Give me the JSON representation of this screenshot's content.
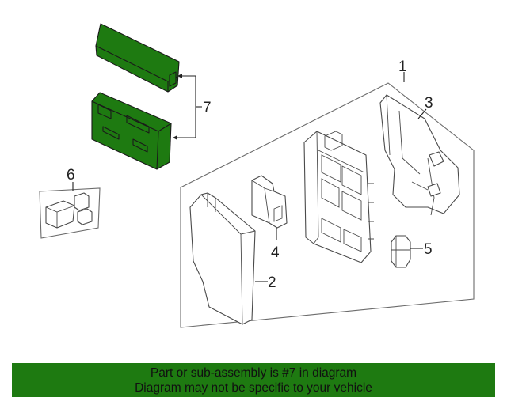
{
  "callouts": {
    "c1": "1",
    "c2": "2",
    "c3": "3",
    "c4": "4",
    "c5": "5",
    "c6": "6",
    "c7": "7"
  },
  "highlight_color": "#1e7a11",
  "banner": {
    "line1": "Part or sub-assembly is #7 in diagram",
    "line2": "Diagram may not be specific to your vehicle"
  }
}
